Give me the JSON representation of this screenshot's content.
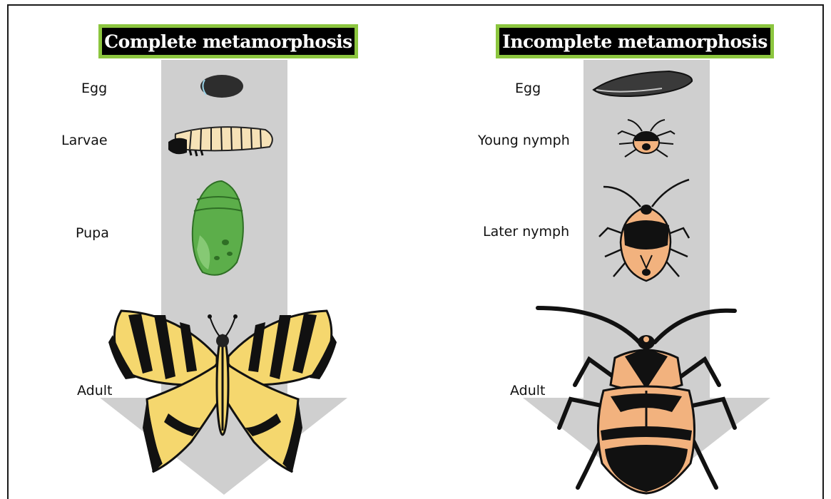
{
  "panels": {
    "left": {
      "title": "Complete metamorphosis",
      "stages": [
        {
          "label": "Egg",
          "icon": "dark-egg-icon"
        },
        {
          "label": "Larvae",
          "icon": "caterpillar-larva-icon"
        },
        {
          "label": "Pupa",
          "icon": "green-chrysalis-icon"
        },
        {
          "label": "Adult",
          "icon": "swallowtail-butterfly-icon"
        }
      ]
    },
    "right": {
      "title": "Incomplete metamorphosis",
      "stages": [
        {
          "label": "Egg",
          "icon": "elongated-egg-icon"
        },
        {
          "label": "Young nymph",
          "icon": "young-nymph-bug-icon"
        },
        {
          "label": "Later nymph",
          "icon": "later-nymph-bug-icon"
        },
        {
          "label": "Adult",
          "icon": "adult-true-bug-icon"
        }
      ]
    }
  },
  "colors": {
    "title_background": "#000000",
    "title_border": "#8cc63f",
    "arrow": "#cfcfcf",
    "butterfly_yellow": "#f5d76e",
    "bug_orange": "#f2b27e",
    "pupa_green": "#5cae4a"
  }
}
